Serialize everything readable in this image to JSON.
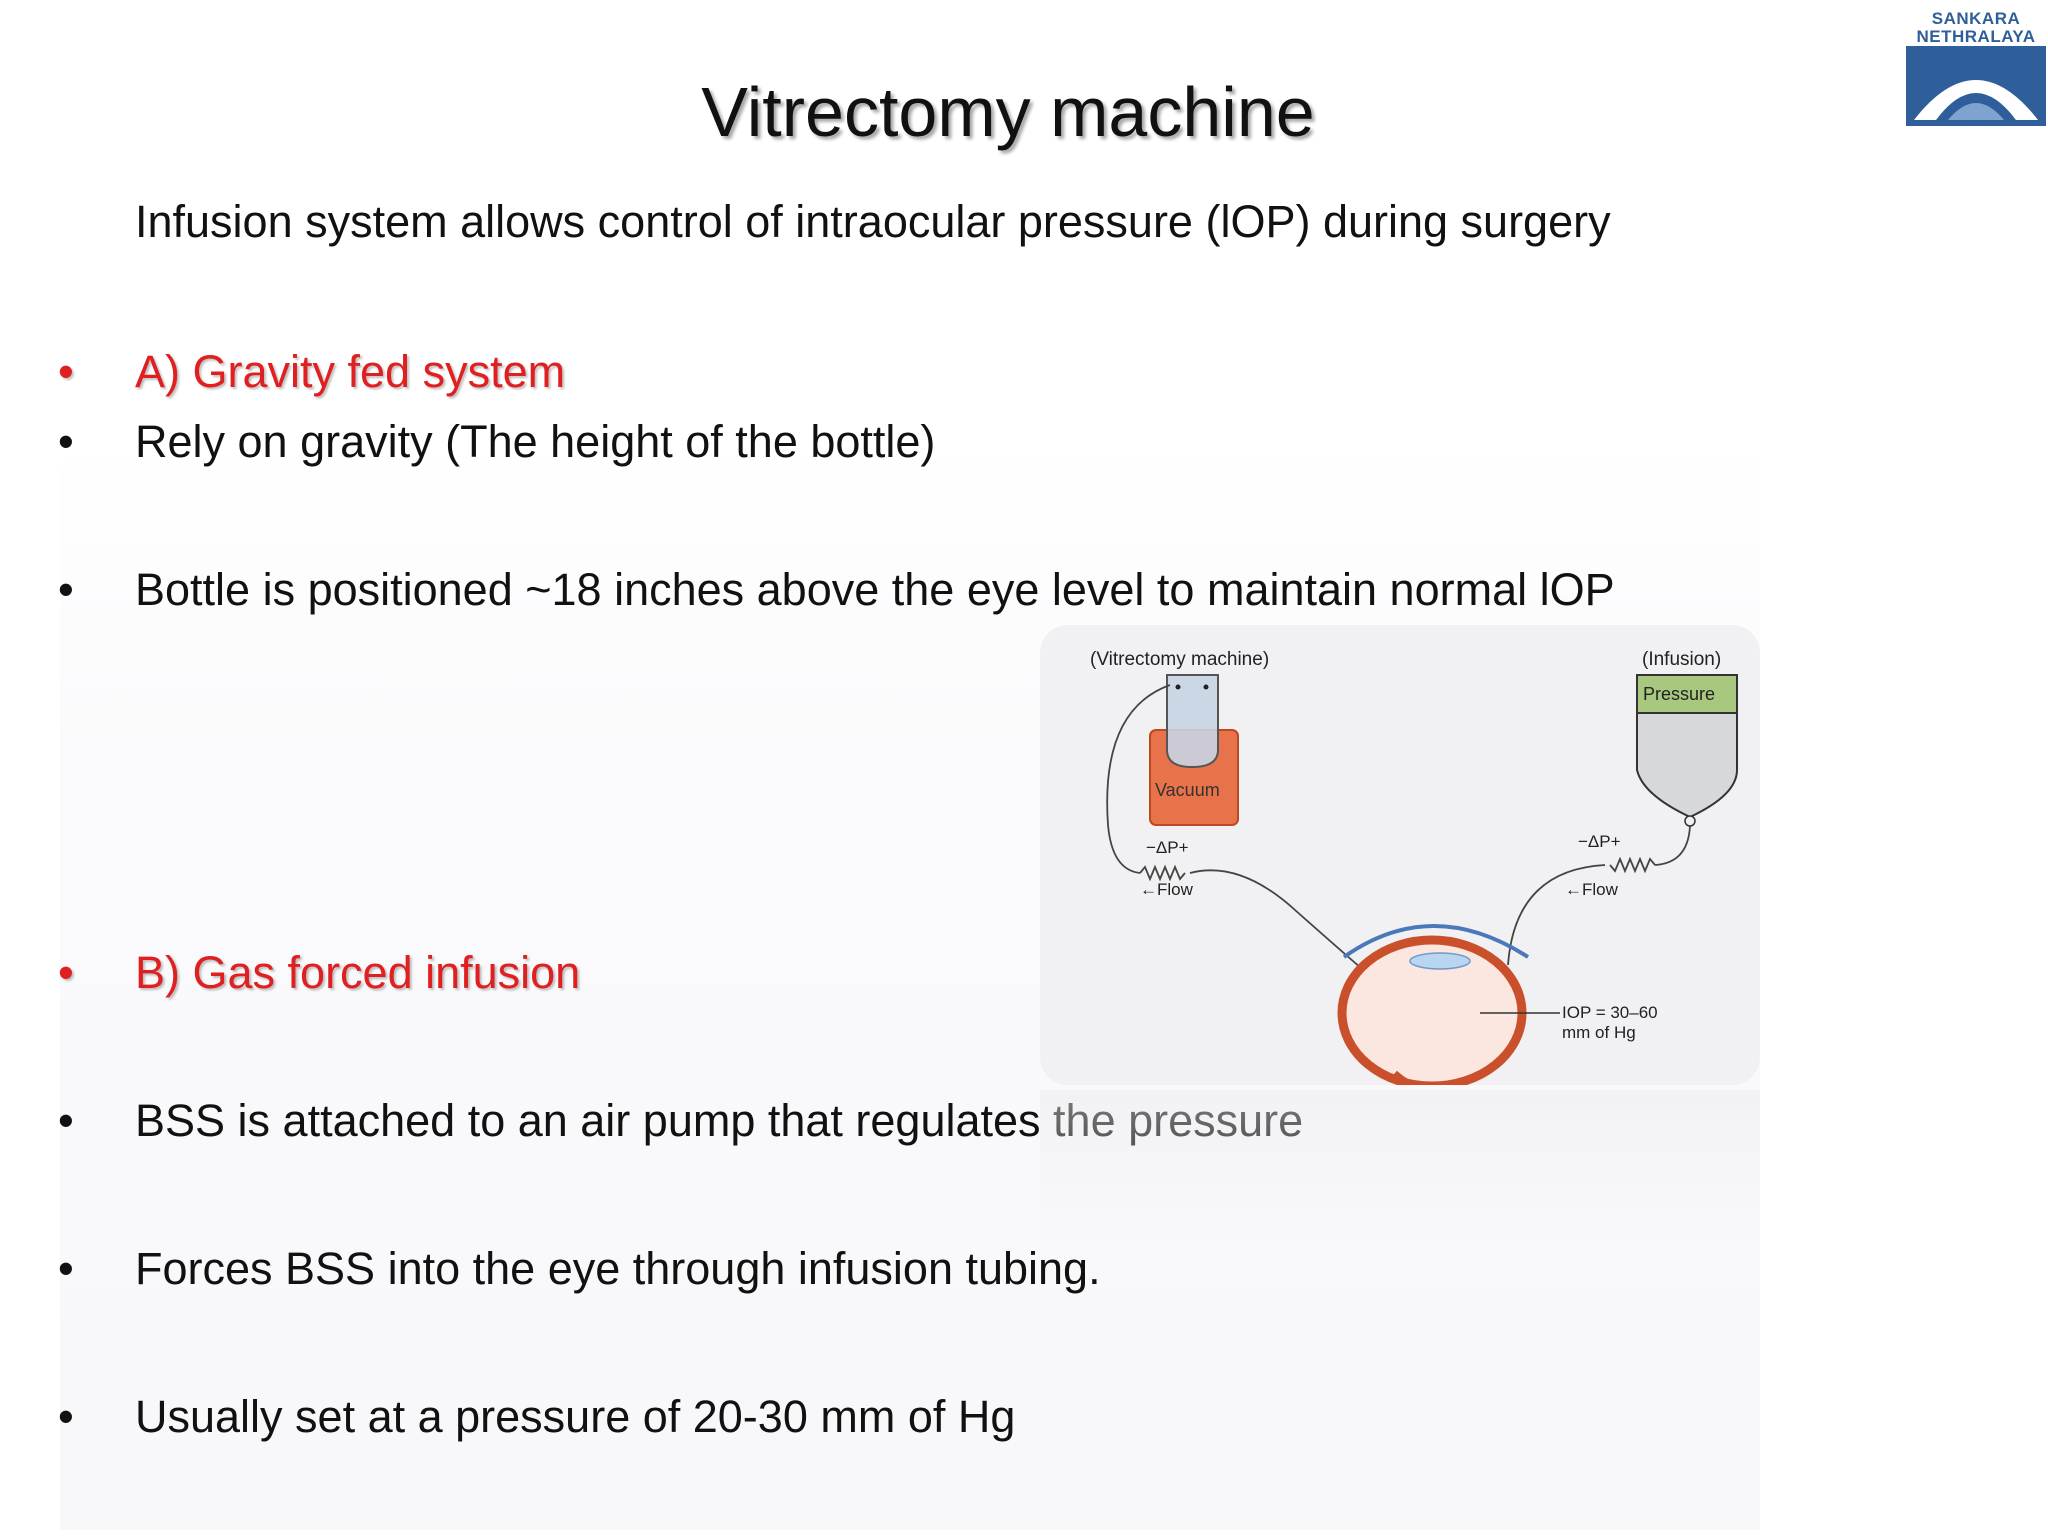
{
  "slide": {
    "title": "Vitrectomy machine",
    "intro": "Infusion system allows control of intraocular pressure (lOP) during surgery",
    "bullets": [
      {
        "text": "A) Gravity fed system",
        "style": "heading",
        "color": "#e02020"
      },
      {
        "text": "Rely on gravity  (The height of the bottle)",
        "style": "normal"
      },
      {
        "text": "Bottle is positioned  ~18 inches above the eye level to maintain normal lOP",
        "style": "normal"
      },
      {
        "text": "B) Gas forced infusion",
        "style": "heading",
        "color": "#e02020"
      },
      {
        "text": "BSS is attached to an air pump that regulates the pressure",
        "style": "normal"
      },
      {
        "text": "Forces BSS into the eye through infusion tubing.",
        "style": "normal"
      },
      {
        "text": "Usually set at a pressure of 20-30 mm of Hg",
        "style": "normal"
      }
    ],
    "bullet_glyph": "•"
  },
  "logo": {
    "text": "SANKARA\nNETHRALAYA",
    "color": "#2f5f9a"
  },
  "diagram": {
    "label_machine": "(Vitrectomy machine)",
    "label_infusion": "(Infusion)",
    "label_pressure": "Pressure",
    "label_vacuum": "Vacuum",
    "label_dp_left": "−ΔP+",
    "label_dp_right": "−ΔP+",
    "label_flow_left": "←Flow",
    "label_flow_right": "←Flow",
    "label_iop_line1": "IOP = 30–60",
    "label_iop_line2": "mm of Hg",
    "colors": {
      "vacuum": "#e8734a",
      "pressure": "#a8c880",
      "eye": "#c9502a",
      "cornea": "#4a78b8"
    }
  }
}
